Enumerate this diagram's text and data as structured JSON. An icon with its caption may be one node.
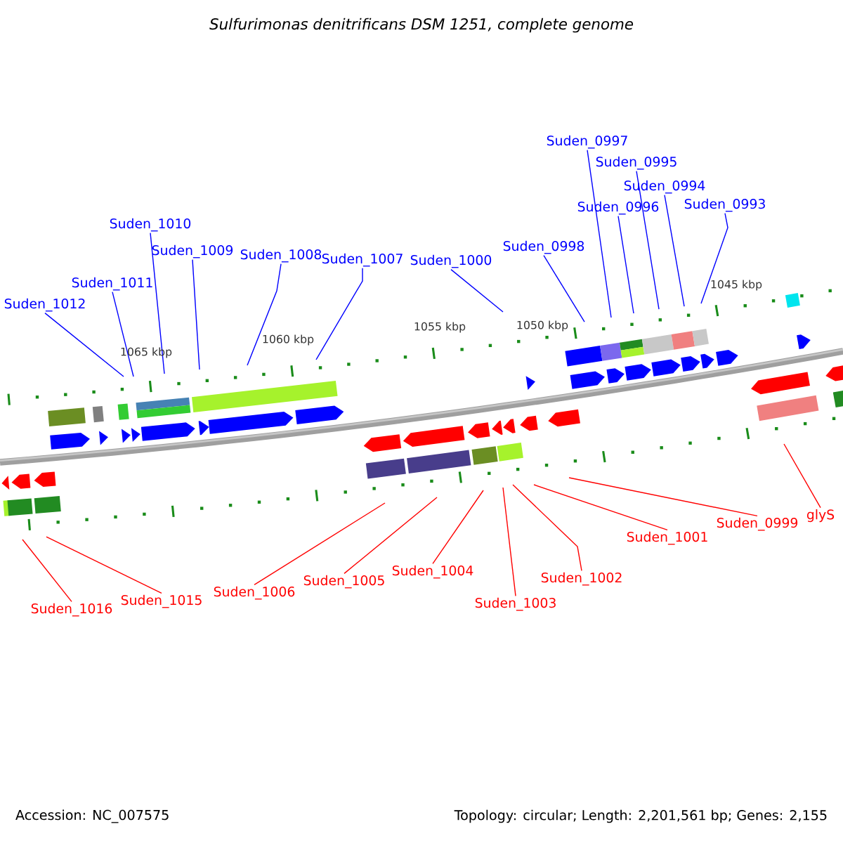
{
  "diagram": {
    "title": "Sulfurimonas denitrificans DSM 1251, complete genome",
    "nodes": [
      {
        "text": [
          "Suden_1012"
        ]
      },
      {
        "text": [
          "Suden_1011"
        ]
      },
      {
        "text": [
          "Suden_1010"
        ]
      },
      {
        "text": [
          "Suden_1009"
        ]
      },
      {
        "text": [
          "Suden_1008"
        ]
      },
      {
        "text": [
          "Suden_1007"
        ]
      },
      {
        "text": [
          "Suden_1000"
        ]
      },
      {
        "text": [
          "Suden_0998"
        ]
      },
      {
        "text": [
          "Suden_0997"
        ]
      },
      {
        "text": [
          "Suden_0996"
        ]
      },
      {
        "text": [
          "Suden_0995"
        ]
      },
      {
        "text": [
          "Suden_0994"
        ]
      },
      {
        "text": [
          "Suden_0993"
        ]
      },
      {
        "text": [
          "Suden_1016"
        ]
      },
      {
        "text": [
          "Suden_1015"
        ]
      },
      {
        "text": [
          "Suden_1006"
        ]
      },
      {
        "text": [
          "Suden_1005"
        ]
      },
      {
        "text": [
          "Suden_1004"
        ]
      },
      {
        "text": [
          "Suden_1003"
        ]
      },
      {
        "text": [
          "Suden_1002"
        ]
      },
      {
        "text": [
          "Suden_1001"
        ]
      },
      {
        "text": [
          "Suden_0999"
        ]
      },
      {
        "text": [
          "glyS"
        ]
      }
    ],
    "edges": [
      {
        "from": 0,
        "to": null,
        "arrow": "none"
      },
      {
        "from": 1,
        "to": null,
        "arrow": "none"
      },
      {
        "from": 2,
        "to": null,
        "arrow": "none"
      },
      {
        "from": 3,
        "to": null,
        "arrow": "none"
      },
      {
        "from": 4,
        "to": null,
        "arrow": "none"
      },
      {
        "from": 5,
        "to": null,
        "arrow": "none"
      },
      {
        "from": 6,
        "to": null,
        "arrow": "none"
      },
      {
        "from": 7,
        "to": null,
        "arrow": "none"
      },
      {
        "from": 8,
        "to": null,
        "arrow": "none"
      },
      {
        "from": 9,
        "to": null,
        "arrow": "none"
      },
      {
        "from": 10,
        "to": null,
        "arrow": "none"
      },
      {
        "from": 11,
        "to": null,
        "arrow": "none"
      },
      {
        "from": 12,
        "to": null,
        "arrow": "none"
      },
      {
        "from": 13,
        "to": null,
        "arrow": "none",
        "color": "#ff0000"
      },
      {
        "from": 14,
        "to": null,
        "arrow": "none",
        "color": "#ff0000"
      },
      {
        "from": 15,
        "to": null,
        "arrow": "none",
        "color": "#ff0000"
      },
      {
        "from": 16,
        "to": null,
        "arrow": "none",
        "color": "#ff0000"
      },
      {
        "from": 17,
        "to": null,
        "arrow": "none",
        "color": "#ff0000"
      },
      {
        "from": 18,
        "to": null,
        "arrow": "none",
        "color": "#ff0000"
      },
      {
        "from": 19,
        "to": null,
        "arrow": "none",
        "color": "#ff0000"
      },
      {
        "from": 20,
        "to": null,
        "arrow": "none",
        "color": "#ff0000"
      },
      {
        "from": 21,
        "to": null,
        "arrow": "none",
        "color": "#ff0000"
      },
      {
        "from": 22,
        "to": null,
        "arrow": "none",
        "color": "#ff0000"
      }
    ],
    "labels": [
      "1065 kbp",
      "1060 kbp",
      "1055 kbp",
      "1050 kbp",
      "1045 kbp",
      "Accession: NC_007575",
      "Topology: circular; Length: 2,201,561 bp; Genes: 2,155"
    ]
  }
}
